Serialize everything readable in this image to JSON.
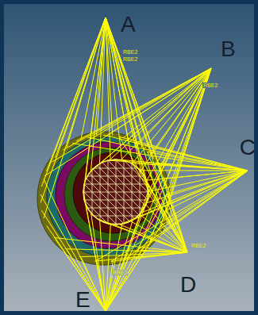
{
  "diagram": {
    "labels": [
      "A",
      "B",
      "C",
      "D",
      "E",
      "RBE2",
      "RBE2",
      "RBE2",
      "RBE2",
      "RBE2"
    ]
  }
}
